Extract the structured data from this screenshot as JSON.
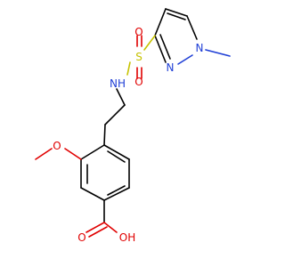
{
  "molecule": {
    "atoms": {
      "n_methyl": {
        "text": "N",
        "color": "#1f3fd6"
      },
      "n_pyrazole": {
        "text": "N",
        "color": "#1f3fd6"
      },
      "nh": {
        "text": "NH",
        "color": "#1f3fd6"
      },
      "s": {
        "text": "S",
        "color": "#c6c200"
      },
      "o_sulfonyl_top": {
        "text": "O",
        "color": "#e00000"
      },
      "o_sulfonyl_bottom": {
        "text": "O",
        "color": "#e00000"
      },
      "o_methoxy": {
        "text": "O",
        "color": "#e00000"
      },
      "o_carbonyl": {
        "text": "O",
        "color": "#e00000"
      },
      "oh": {
        "text": "OH",
        "color": "#e00000"
      }
    }
  }
}
